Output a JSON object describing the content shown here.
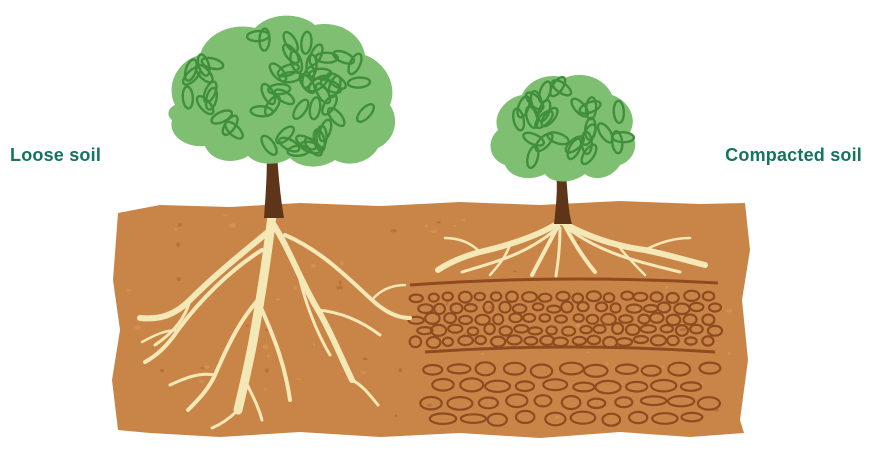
{
  "labels": {
    "left": "Loose soil",
    "right": "Compacted soil"
  },
  "colors": {
    "label_text": "#15745f",
    "soil": "#c98547",
    "soil_dark": "#a8602e",
    "soil_light": "#d99a5c",
    "root": "#f4e8b6",
    "trunk": "#5e3519",
    "leaf": "#7fbf72",
    "leaf_dark": "#3f8f3c",
    "compaction_line": "#8f4a22"
  },
  "illustration": {
    "left_tree": "healthy-tree-deep-roots",
    "right_tree": "small-tree-shallow-roots",
    "right_soil": "compacted-layers"
  }
}
